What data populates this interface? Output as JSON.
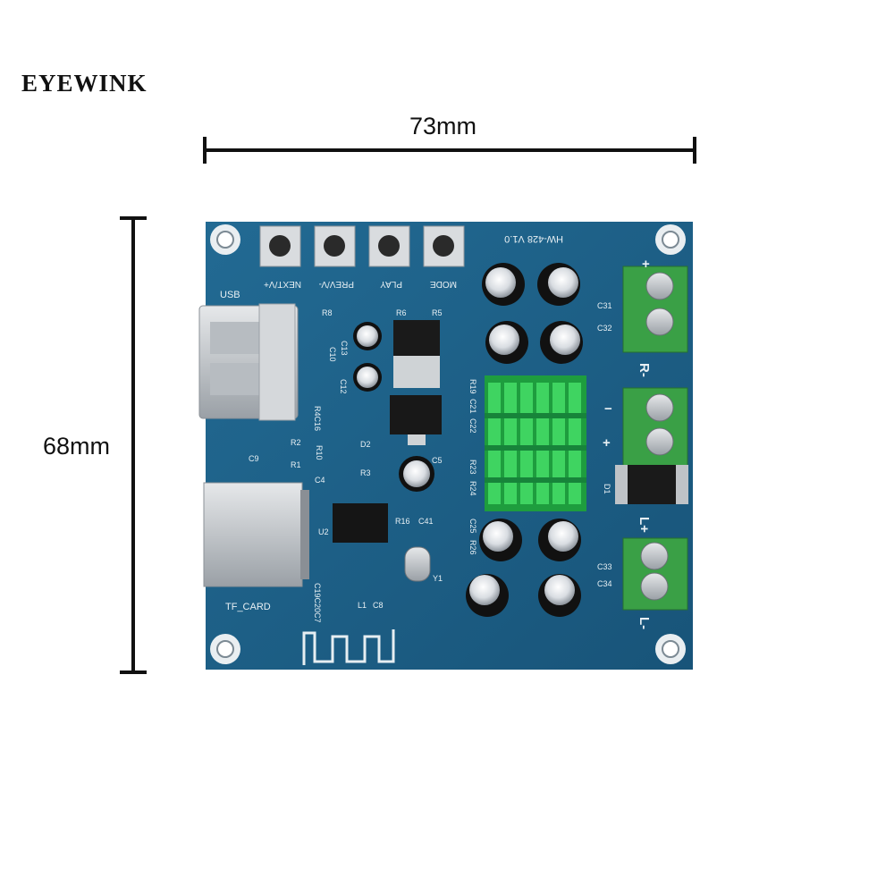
{
  "brand": "EYEWINK",
  "dimensions": {
    "width_label": "73mm",
    "height_label": "68mm"
  },
  "board": {
    "model": "HW-428 V1.0",
    "buttons": [
      {
        "label": "NEXT/V+"
      },
      {
        "label": "PREV/V-"
      },
      {
        "label": "PLAY"
      },
      {
        "label": "MODE"
      }
    ],
    "silkscreen": {
      "usb": "USB",
      "tf_card": "TF_CARD",
      "r8": "R8",
      "r6": "R6",
      "r5": "R5",
      "c10": "C10",
      "c13": "C13",
      "c12": "C12",
      "r4c16": "R4C16",
      "r2": "R2",
      "r1": "R1",
      "c9": "C9",
      "r10": "R10",
      "r3": "R3",
      "d2": "D2",
      "c4": "C4",
      "r16": "R16",
      "c41": "C41",
      "c5": "C5",
      "u2": "U2",
      "y1": "Y1",
      "c19c20c7": "C19C20C7",
      "l1": "L1",
      "c8": "C8",
      "r19": "R19",
      "c21": "C21",
      "c22": "C22",
      "r23": "R23",
      "r24": "R24",
      "c25": "C25",
      "r26": "R26",
      "c31": "C31",
      "c32": "C32",
      "c33": "C33",
      "c34": "C34",
      "right_channel": "R-",
      "left_channel": "L+",
      "left_minus": "L-",
      "plus": "+",
      "minus": "−",
      "plus2": "+",
      "diode": "D1"
    }
  },
  "colors": {
    "pcb": "#1b5f86",
    "terminal": "#3aa046",
    "heatsink": "#27b84a",
    "capacitor": "#111111"
  }
}
